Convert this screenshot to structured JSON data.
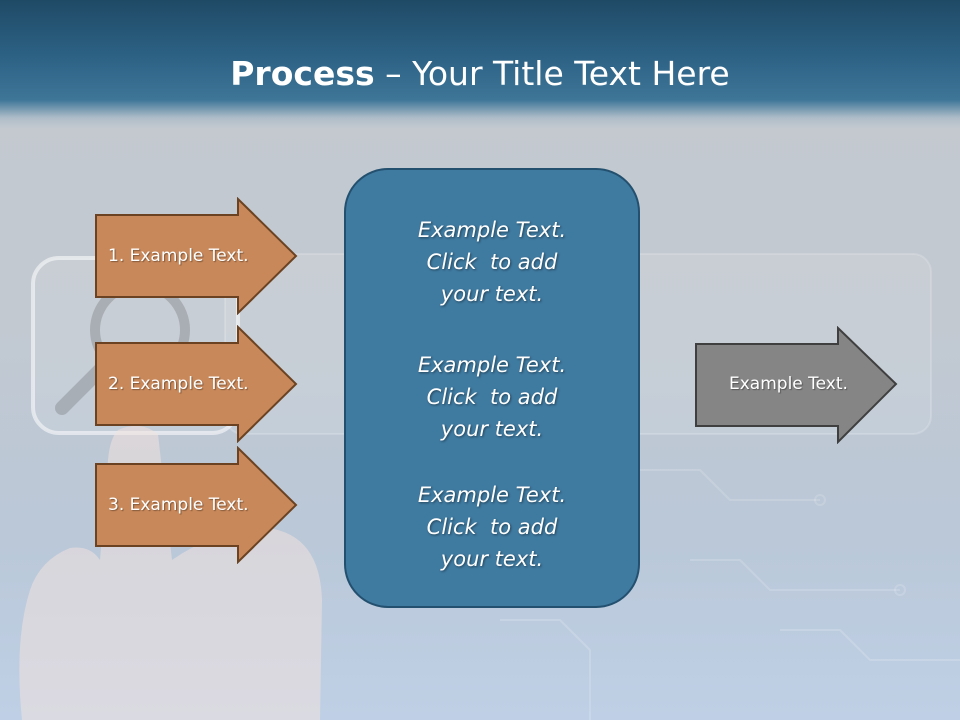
{
  "slide": {
    "title_bold": "Process",
    "title_rest": " – Your Title Text Here"
  },
  "left_steps": [
    {
      "label": "1. Example Text."
    },
    {
      "label": "2. Example Text."
    },
    {
      "label": "3. Example Text."
    }
  ],
  "center_box": {
    "blocks": [
      {
        "lines": [
          "Example Text.",
          "Click  to add",
          "your text."
        ]
      },
      {
        "lines": [
          "Example Text.",
          "Click  to add",
          "your text."
        ]
      },
      {
        "lines": [
          "Example Text.",
          "Click  to add",
          "your text."
        ]
      }
    ]
  },
  "output_arrow": {
    "label": "Example Text."
  },
  "colors": {
    "header": "#2d6285",
    "step_arrow_fill": "#c8885a",
    "step_arrow_border": "#6b4322",
    "center_box_fill": "#3f7aa0",
    "center_box_border": "#23506e",
    "output_arrow_fill": "#858585",
    "output_arrow_border": "#3f3f3f"
  }
}
